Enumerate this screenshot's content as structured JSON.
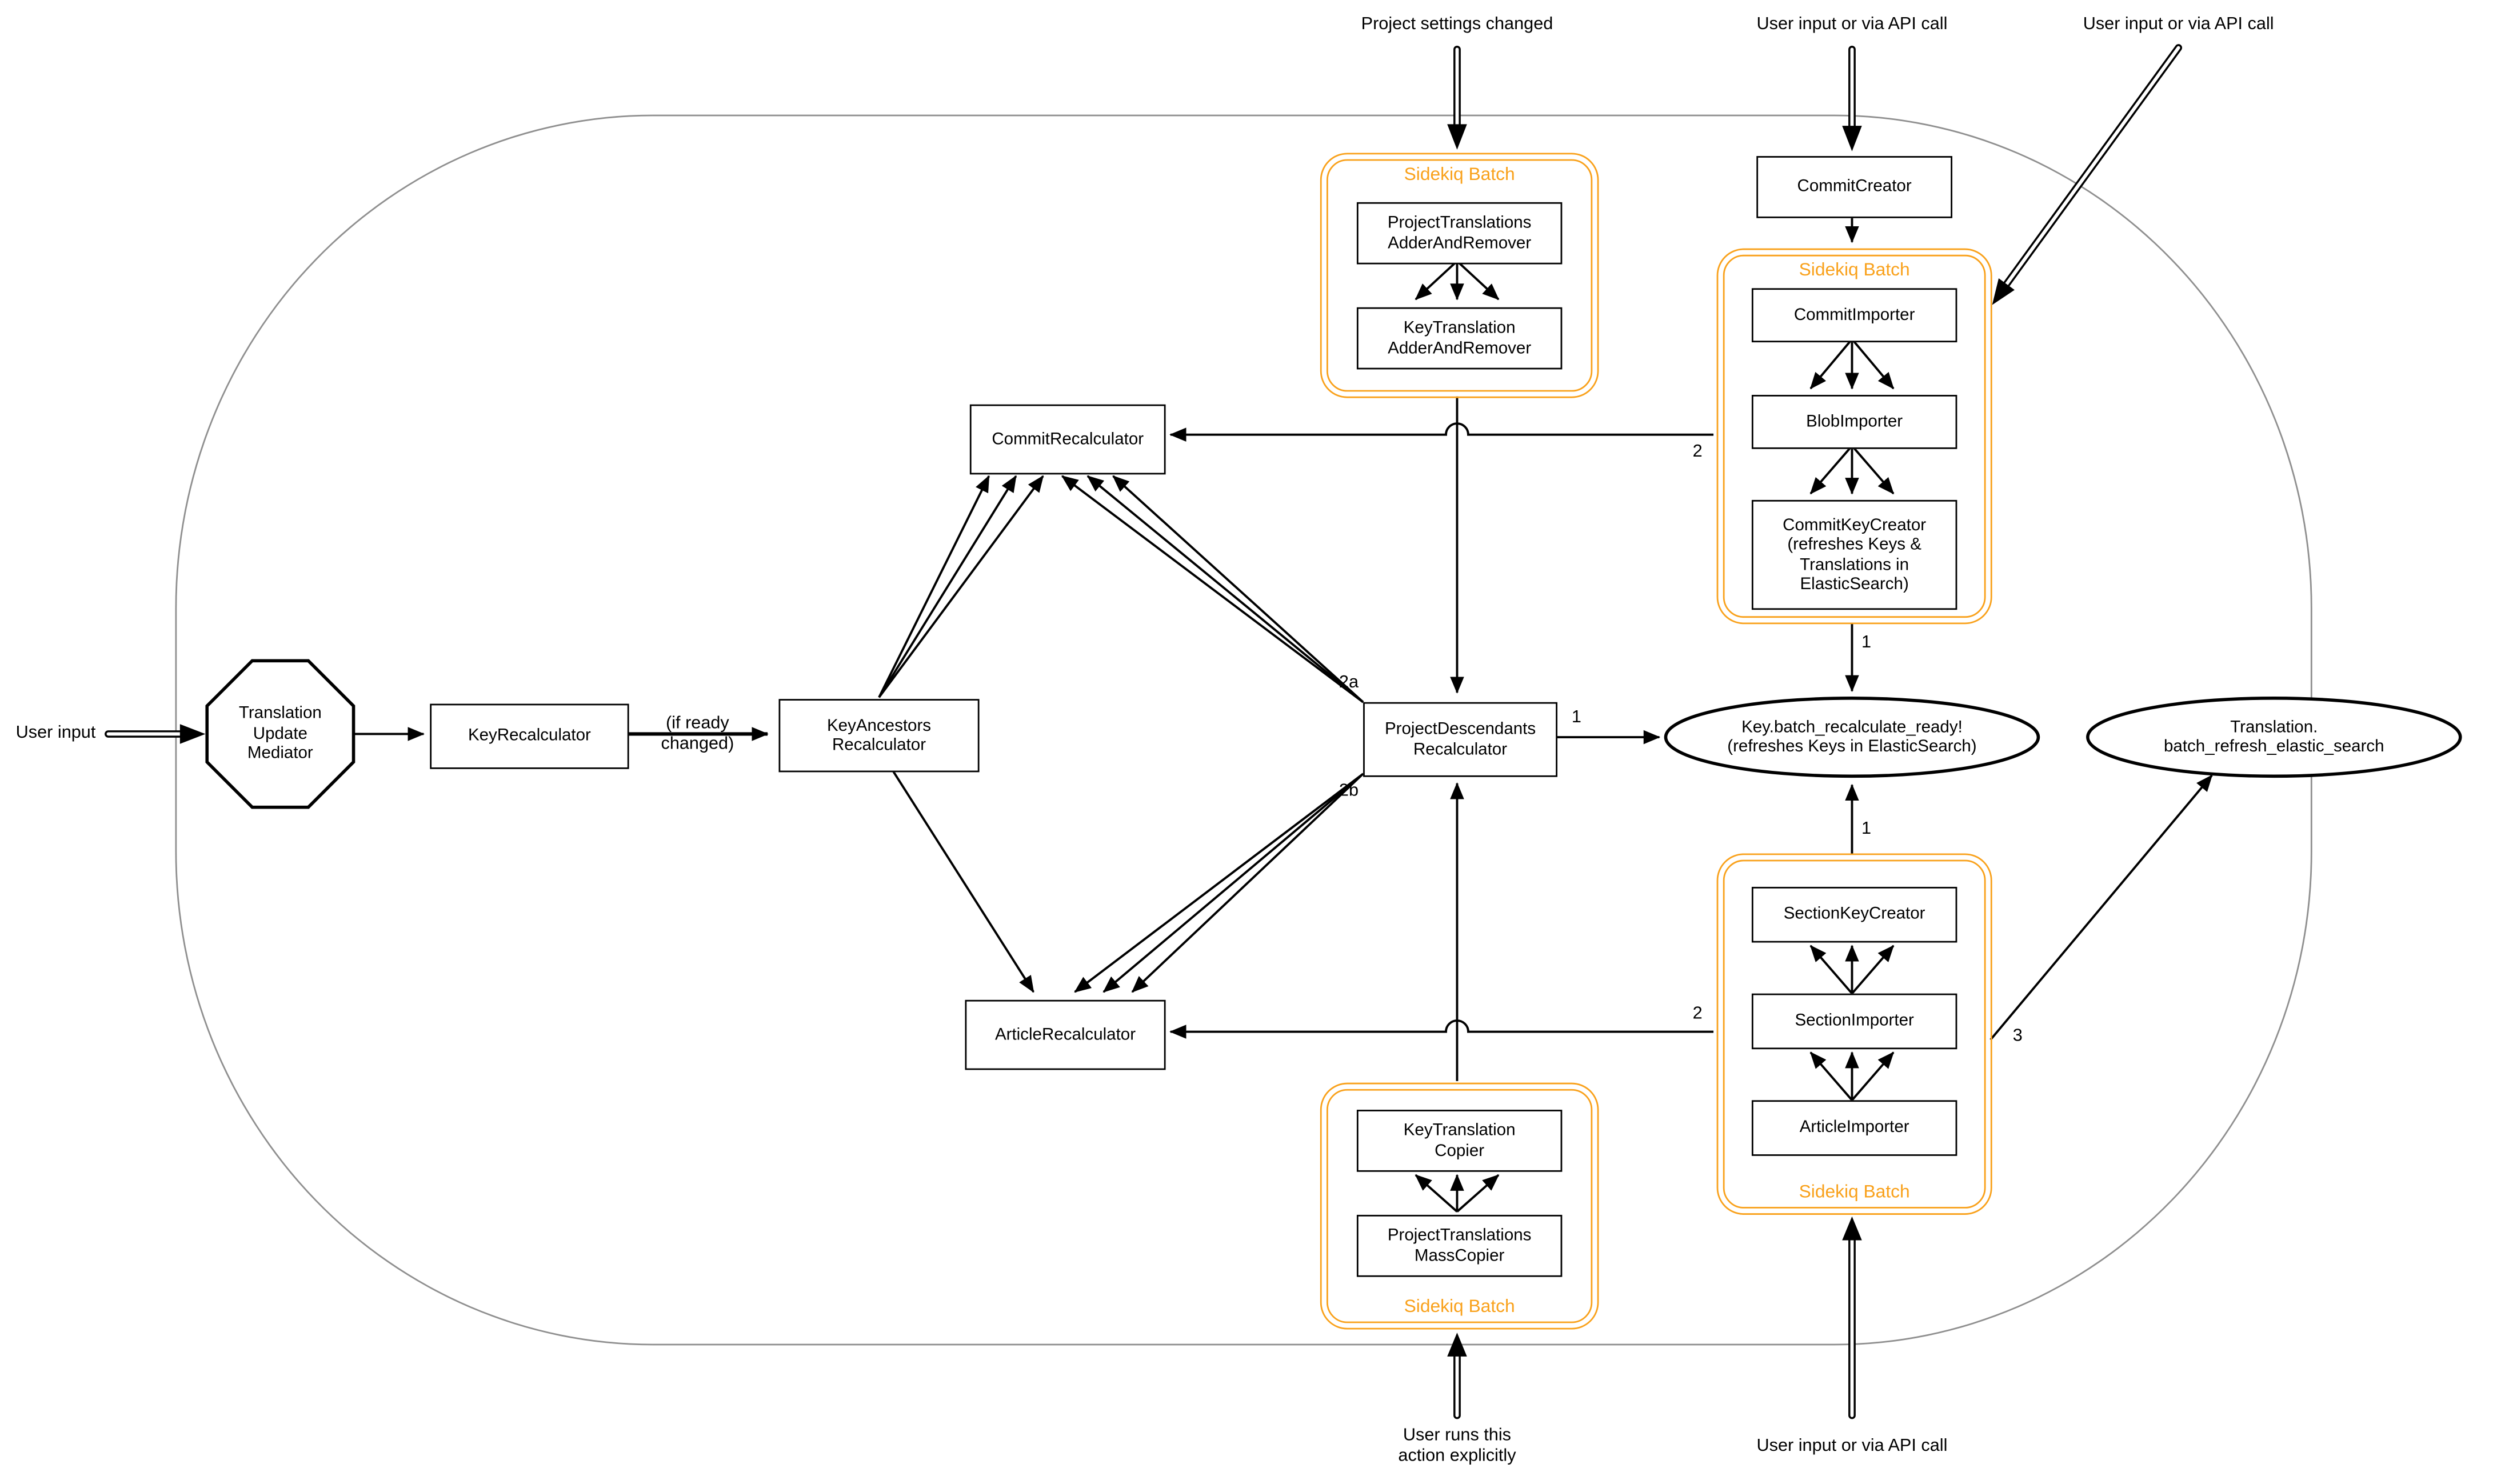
{
  "colors": {
    "batch_accent_orange": "#f9a11b",
    "edge_line": "#000000",
    "container_border_gray": "#8f8f8f",
    "node_background": "#ffffff"
  },
  "external_labels": {
    "project_settings": "Project settings changed",
    "user_input_api": "User input or via API call",
    "user_input": "User input",
    "user_runs": "User runs this\naction explicitly"
  },
  "batch_label": "Sidekiq Batch",
  "nodes": {
    "mediator": "Translation\nUpdate\nMediator",
    "key_recalculator": "KeyRecalculator",
    "key_ancestors": "KeyAncestors\nRecalculator",
    "commit_recalculator": "CommitRecalculator",
    "article_recalculator": "ArticleRecalculator",
    "project_descendants": "ProjectDescendants\nRecalculator",
    "commit_creator": "CommitCreator",
    "key_batch_ready": "Key.batch_recalculate_ready!\n(refreshes Keys in ElasticSearch)",
    "translation_refresh": "Translation.\nbatch_refresh_elastic_search",
    "pt_adder": "ProjectTranslations\nAdderAndRemover",
    "kt_adder": "KeyTranslation\nAdderAndRemover",
    "commit_importer": "CommitImporter",
    "blob_importer": "BlobImporter",
    "commit_key_creator": "CommitKeyCreator\n(refreshes Keys &\nTranslations in\nElasticSearch)",
    "section_key_creator": "SectionKeyCreator",
    "section_importer": "SectionImporter",
    "article_importer": "ArticleImporter",
    "kt_copier": "KeyTranslation\nCopier",
    "pt_mass_copier": "ProjectTranslations\nMassCopier"
  },
  "edge_labels": {
    "if_ready": "(if ready\nchanged)",
    "one": "1",
    "two": "2",
    "two_a": "2a",
    "two_b": "2b",
    "three": "3"
  }
}
